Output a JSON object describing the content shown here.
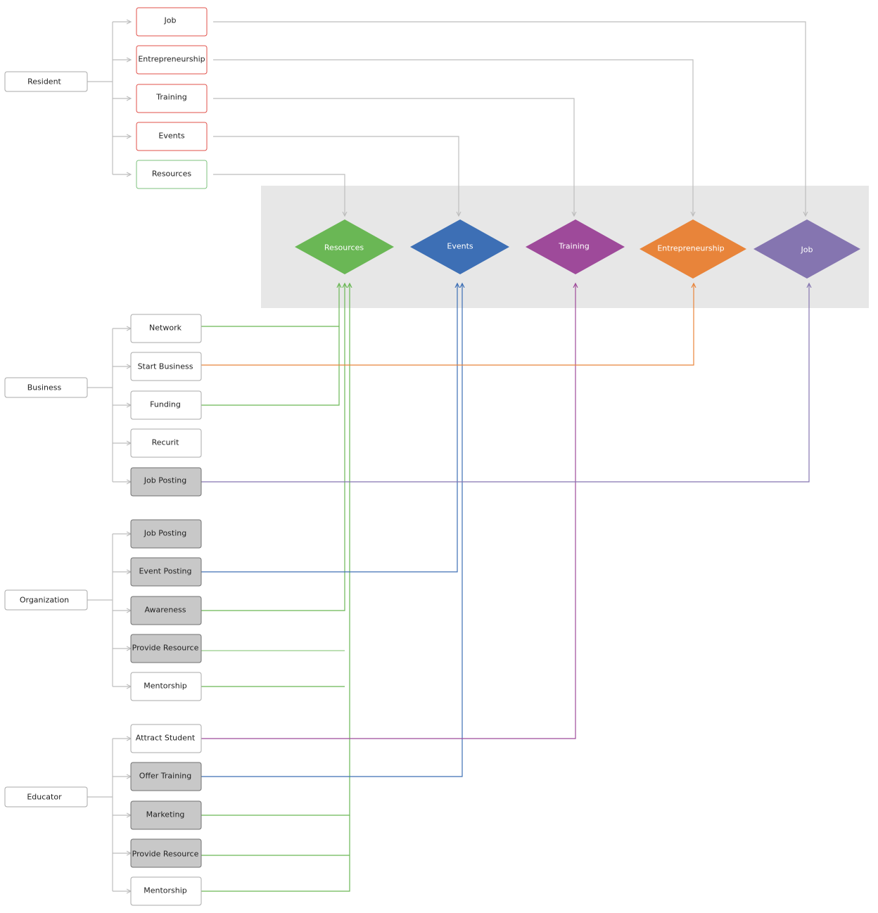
{
  "actors": {
    "resident": "Resident",
    "business": "Business",
    "organization": "Organization",
    "educator": "Educator"
  },
  "resident_items": [
    "Job",
    "Entrepreneurship",
    "Training",
    "Events",
    "Resources"
  ],
  "business_items": [
    "Network",
    "Start Business",
    "Funding",
    "Recurit",
    "Job Posting"
  ],
  "organization_items": [
    "Job Posting",
    "Event Posting",
    "Awareness",
    "Provide Resource",
    "Mentorship"
  ],
  "educator_items": [
    "Attract Student",
    "Offer Training",
    "Marketing",
    "Provide Resource",
    "Mentorship"
  ],
  "hubs": {
    "resources": "Resources",
    "events": "Events",
    "training": "Training",
    "entrepreneurship": "Entrepreneurship",
    "job": "Job"
  },
  "colors": {
    "gray_line": "#bdbdbd",
    "resources": "#6ab755",
    "events": "#3d6fb5",
    "training": "#9e4a9a",
    "entrepreneurship": "#e8843a",
    "job": "#8575b0",
    "panel": "#e7e7e7"
  }
}
